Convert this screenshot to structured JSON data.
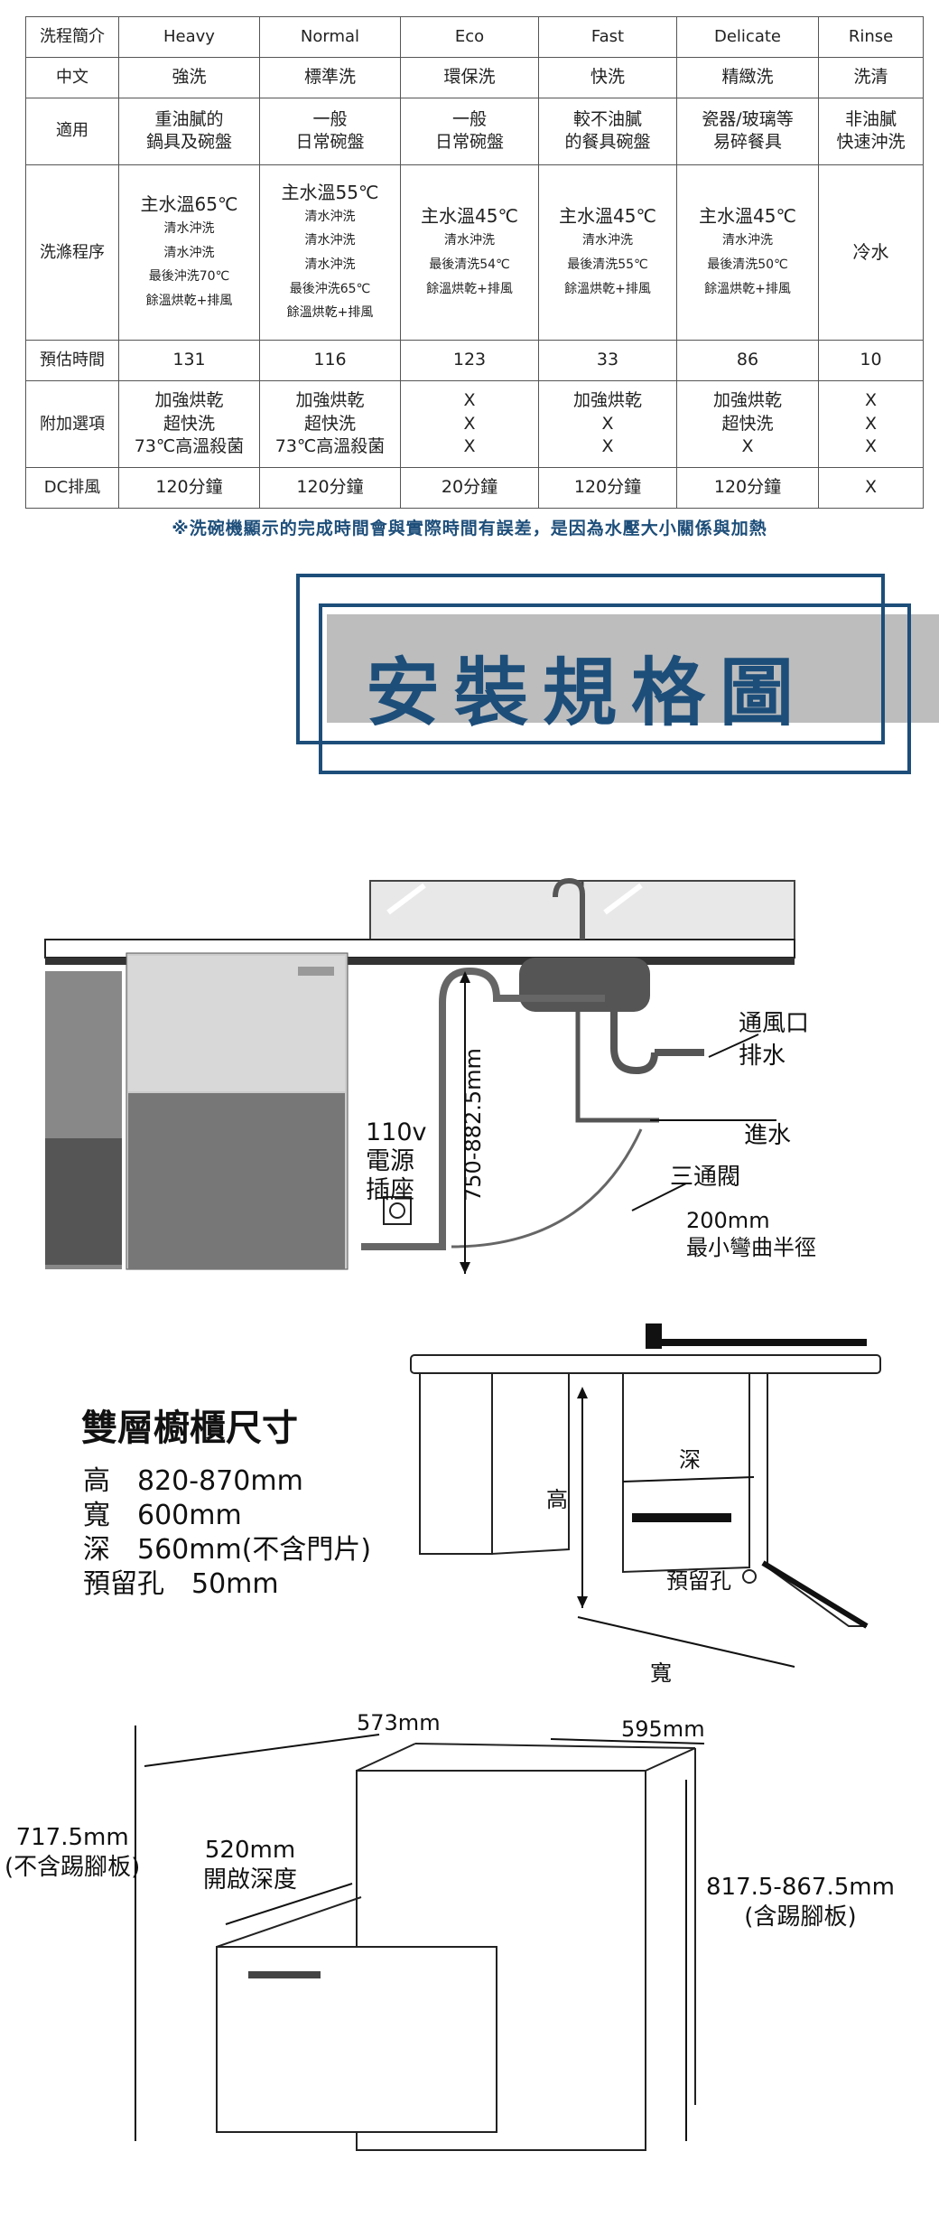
{
  "table": {
    "headers": [
      "洗程簡介",
      "Heavy",
      "Normal",
      "Eco",
      "Fast",
      "Delicate",
      "Rinse"
    ],
    "rows": [
      {
        "label": "中文",
        "cells": [
          "強洗",
          "標準洗",
          "環保洗",
          "快洗",
          "精緻洗",
          "洗清"
        ]
      },
      {
        "label": "適用",
        "cells": [
          [
            "重油膩的",
            "鍋具及碗盤"
          ],
          [
            "一般",
            "日常碗盤"
          ],
          [
            "一般",
            "日常碗盤"
          ],
          [
            "較不油膩",
            "的餐具碗盤"
          ],
          [
            "瓷器/玻璃等",
            "易碎餐具"
          ],
          [
            "非油膩",
            "快速沖洗"
          ]
        ]
      },
      {
        "label": "洗滌程序",
        "cells": [
          {
            "main": "主水溫65℃",
            "steps": [
              "清水沖洗",
              "清水沖洗",
              "最後沖洗70℃",
              "餘溫烘乾+排風"
            ]
          },
          {
            "main": "主水溫55℃",
            "steps": [
              "清水沖洗",
              "清水沖洗",
              "清水沖洗",
              "最後沖洗65℃",
              "餘溫烘乾+排風"
            ]
          },
          {
            "main": "主水溫45℃",
            "steps": [
              "清水沖洗",
              "最後清洗54℃",
              "餘溫烘乾+排風"
            ]
          },
          {
            "main": "主水溫45℃",
            "steps": [
              "清水沖洗",
              "最後清洗55℃",
              "餘溫烘乾+排風"
            ]
          },
          {
            "main": "主水溫45℃",
            "steps": [
              "清水沖洗",
              "最後清洗50℃",
              "餘溫烘乾+排風"
            ]
          },
          {
            "main": "冷水",
            "steps": []
          }
        ]
      },
      {
        "label": "預估時間",
        "cells": [
          "131",
          "116",
          "123",
          "33",
          "86",
          "10"
        ]
      },
      {
        "label": "附加選項",
        "cells": [
          [
            "加強烘乾",
            "超快洗",
            "73℃高溫殺菌"
          ],
          [
            "加強烘乾",
            "超快洗",
            "73℃高溫殺菌"
          ],
          [
            "X",
            "X",
            "X"
          ],
          [
            "加強烘乾",
            "X",
            "X"
          ],
          [
            "加強烘乾",
            "超快洗",
            "X"
          ],
          [
            "X",
            "X",
            "X"
          ]
        ]
      },
      {
        "label": "DC排風",
        "cells": [
          "120分鐘",
          "120分鐘",
          "20分鐘",
          "120分鐘",
          "120分鐘",
          "X"
        ]
      }
    ]
  },
  "note": "※洗碗機顯示的完成時間會與實際時間有誤差，是因為水壓大小關係與加熱",
  "banner_title": "安裝規格圖",
  "plumbing": {
    "socket": [
      "110v",
      "電源",
      "插座"
    ],
    "height": "750-882.5mm",
    "vent": "通風口",
    "drain": "排水",
    "inlet": "進水",
    "valve": "三通閥",
    "bend": [
      "200mm",
      "最小彎曲半徑"
    ]
  },
  "cabinet": {
    "title": "雙層櫥櫃尺寸",
    "specs": [
      "高　820-870mm",
      "寬　600mm",
      "深　560mm(不含門片)",
      "預留孔　50mm"
    ],
    "labels": {
      "height": "高",
      "depth": "深",
      "hole": "預留孔",
      "width": "寬"
    }
  },
  "unit": {
    "top_depth": "573mm",
    "top_width": "595mm",
    "left_height": [
      "717.5mm",
      "(不含踢腳板)"
    ],
    "open_depth": [
      "520mm",
      "開啟深度"
    ],
    "right_height": [
      "817.5-867.5mm",
      "(含踢腳板)"
    ]
  },
  "colors": {
    "accent": "#1d4e7a",
    "banner_gray": "#bdbdbd"
  }
}
